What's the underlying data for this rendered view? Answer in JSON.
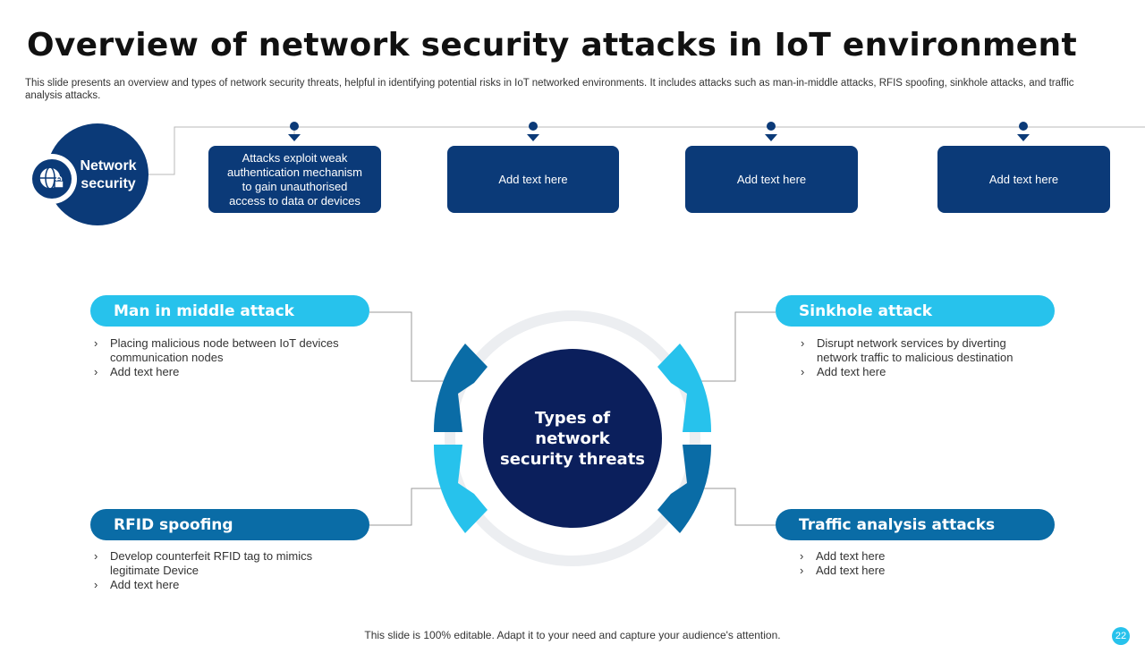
{
  "slide": {
    "title": "Overview of network security attacks in IoT environment",
    "subtitle": "This slide presents an overview and types of network security threats, helpful in identifying potential risks in IoT networked environments. It includes attacks such as man-in-middle attacks, RFIS spoofing, sinkhole attacks, and traffic analysis attacks.",
    "hub_label": "Network security",
    "hub_icon": "globe-lock-icon",
    "top_boxes": [
      "Attacks exploit weak authentication mechanism to gain unauthorised access to data or devices",
      "Add text here",
      "Add text here",
      "Add text here"
    ],
    "center_label": "Types of network security threats",
    "threats": [
      {
        "title": "Man in middle attack",
        "bullets": [
          "Placing malicious node between IoT devices communication nodes",
          "Add text here"
        ]
      },
      {
        "title": "Sinkhole attack",
        "bullets": [
          "Disrupt network services by diverting network traffic to malicious destination",
          "Add text here"
        ]
      },
      {
        "title": "RFID spoofing",
        "bullets": [
          "Develop counterfeit RFID tag to mimics legitimate Device",
          "Add text here"
        ]
      },
      {
        "title": "Traffic analysis attacks",
        "bullets": [
          "Add text here",
          "Add text here"
        ]
      }
    ],
    "footer": "This slide is 100% editable. Adapt it to your need and capture your audience's attention.",
    "page_number": "22",
    "colors": {
      "navy": "#0b3a78",
      "dark_blue": "#0a6ca6",
      "light_blue": "#27c2ec",
      "center": "#0b1f5c",
      "ring": "#eceef1"
    }
  }
}
